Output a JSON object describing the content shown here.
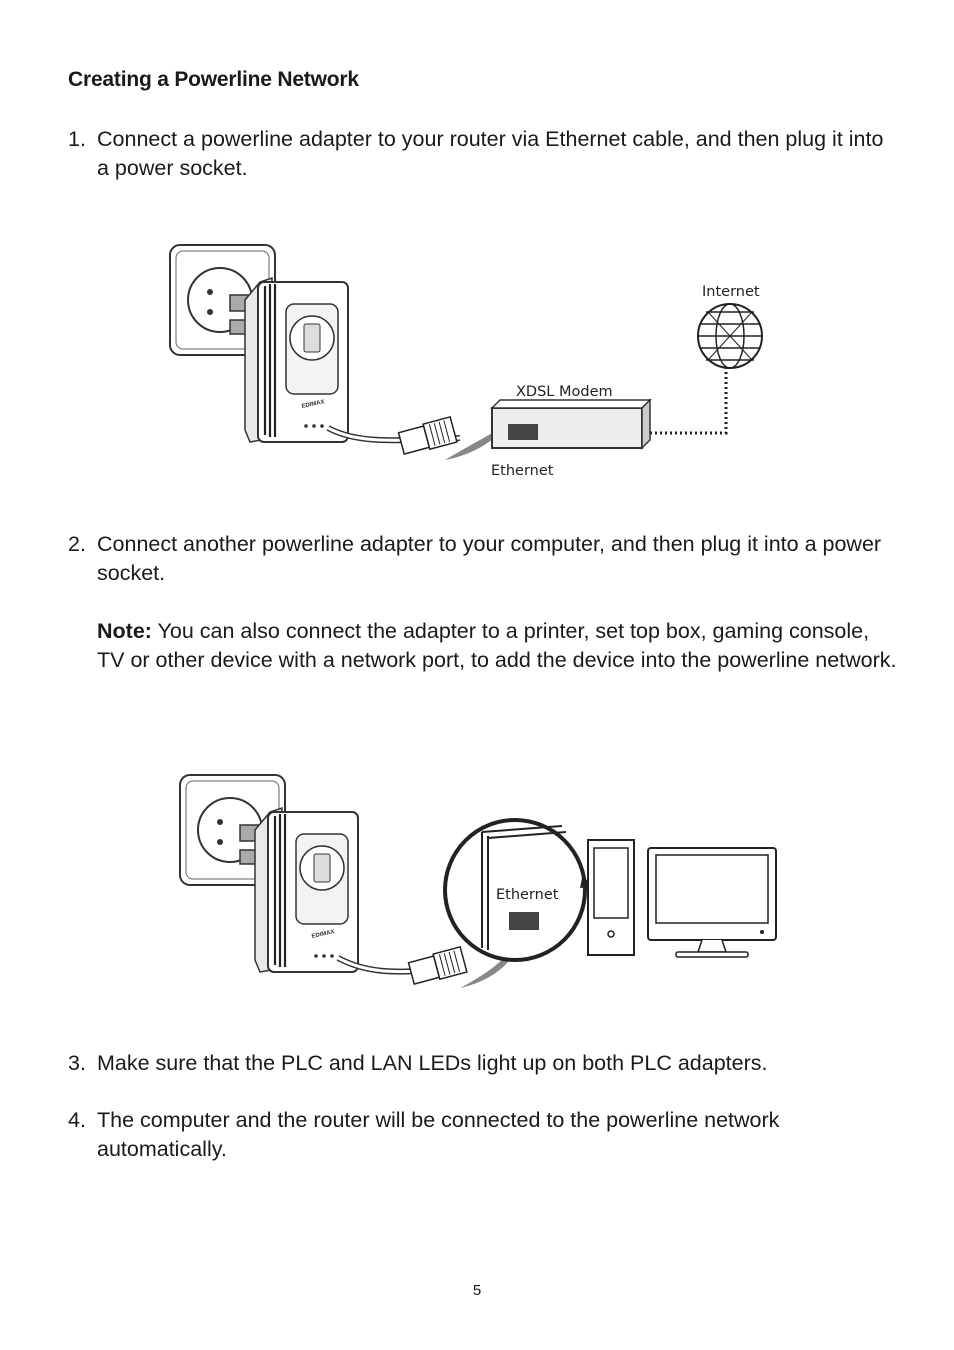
{
  "heading": "Creating a Powerline Network",
  "steps": [
    {
      "number": "1.",
      "text": "Connect a powerline adapter to your router via Ethernet cable, and then plug it into a power socket."
    },
    {
      "number": "2.",
      "text": "Connect another powerline adapter to your computer, and then plug it into a power socket."
    },
    {
      "number": "3.",
      "text": "Make sure that the PLC and LAN LEDs light up on both PLC adapters."
    },
    {
      "number": "4.",
      "text": "The computer and the router will be connected to the powerline network automatically."
    }
  ],
  "note": {
    "label": "Note:",
    "text": " You can also connect the adapter to a printer, set top box, gaming console, TV or other device with a network port, to add the device into the powerline network."
  },
  "figure1": {
    "internet_label": "Internet",
    "modem_label": "XDSL Modem",
    "ethernet_label": "Ethernet",
    "brand": "EDIMAX"
  },
  "figure2": {
    "ethernet_label": "Ethernet",
    "brand": "EDIMAX"
  },
  "page_number": "5"
}
